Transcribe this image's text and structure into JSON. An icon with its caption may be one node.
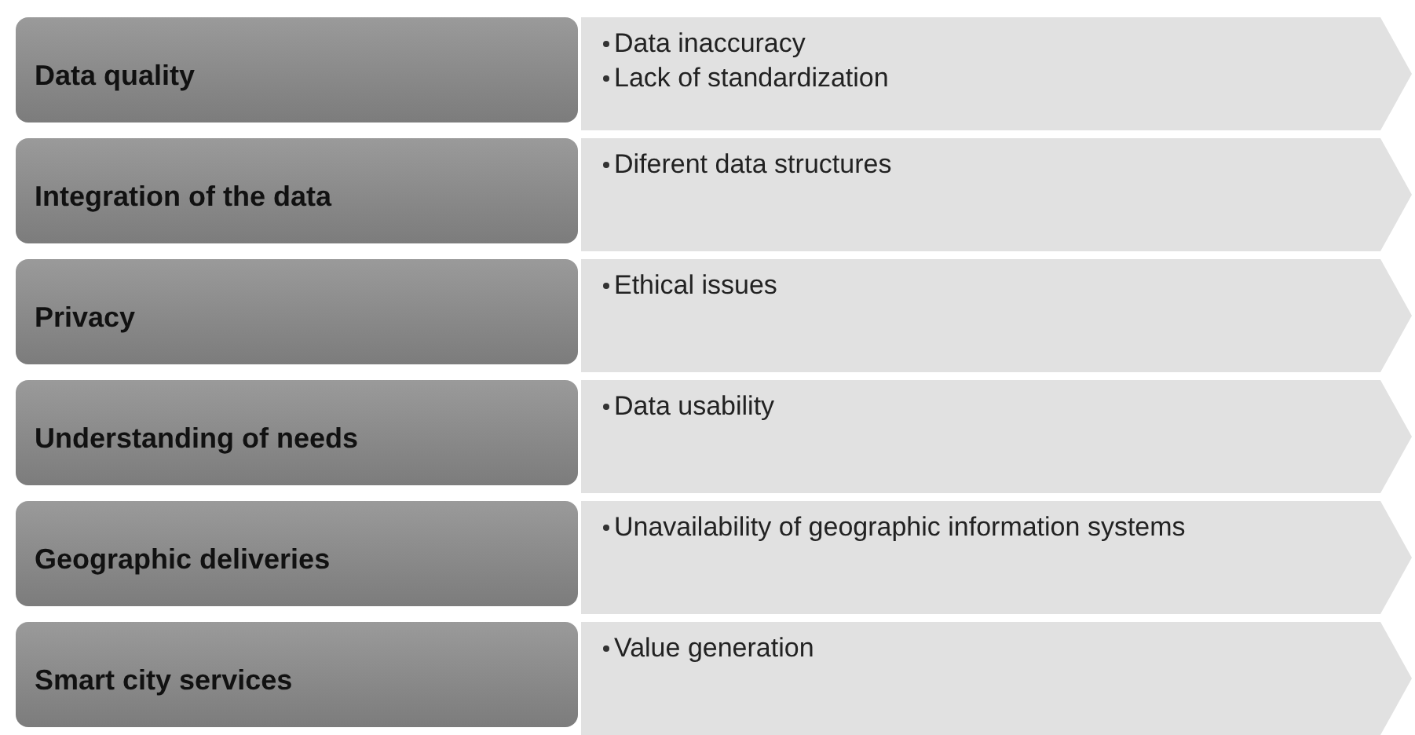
{
  "diagram": {
    "nodes": [
      {
        "text": [
          "Data quality"
        ]
      },
      {
        "text": [
          "Data inaccuracy",
          "Lack of standardization"
        ]
      },
      {
        "text": [
          "Integration of the data"
        ]
      },
      {
        "text": [
          "Diferent data structures"
        ]
      },
      {
        "text": [
          "Privacy"
        ]
      },
      {
        "text": [
          "Ethical issues"
        ]
      },
      {
        "text": [
          "Understanding of needs"
        ]
      },
      {
        "text": [
          "Data usability"
        ]
      },
      {
        "text": [
          "Geographic deliveries"
        ]
      },
      {
        "text": [
          "Unavailability of geographic information systems"
        ]
      },
      {
        "text": [
          "Smart city services"
        ]
      },
      {
        "text": [
          "Value generation"
        ]
      }
    ]
  }
}
